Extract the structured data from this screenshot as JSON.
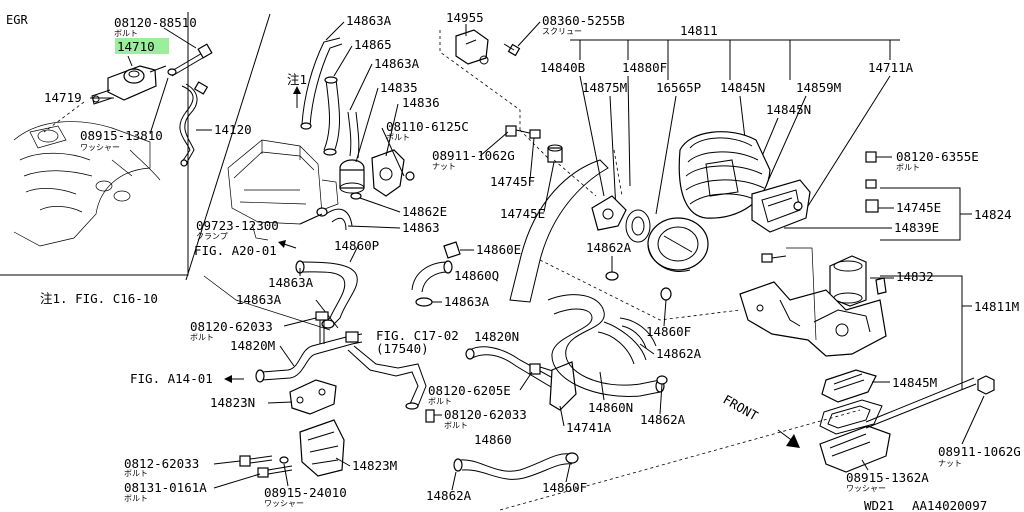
{
  "header": {
    "section": "EGR",
    "footer_left": "WD21",
    "footer_right": "AA14020097"
  },
  "note": {
    "marker": "注1",
    "text": "注1. FIG. C16-10"
  },
  "front_label": "FRONT",
  "labels": {
    "p08120_88510": "08120-88510",
    "j_bolt1": "ボルト",
    "p14710": "14710",
    "p14719": "14719",
    "p08915_13810": "08915-13810",
    "j_washer1": "ワッシャー",
    "p14120": "14120",
    "p14863A_1": "14863A",
    "p14865": "14865",
    "p14863A_2": "14863A",
    "p14835": "14835",
    "p14836": "14836",
    "p08110_6125C": "08110-6125C",
    "j_bolt2": "ボルト",
    "p08911_1062G": "08911-1062G",
    "j_nut1": "ナット",
    "p14862E": "14862E",
    "p14863": "14863",
    "p09723_12300": "09723-12300",
    "j_clamp": "クランプ",
    "fig_a20": "FIG. A20-01",
    "p14863A_3": "14863A",
    "p14860P": "14860P",
    "p14863A_4": "14863A",
    "p14955": "14955",
    "p08360_5255B": "08360-5255B",
    "j_screw": "スクリュー",
    "p14811": "14811",
    "p14840B": "14840B",
    "p14880F": "14880F",
    "p14875M": "14875M",
    "p16565P": "16565P",
    "p14845N_1": "14845N",
    "p14859M": "14859M",
    "p14711A": "14711A",
    "p14845N_2": "14845N",
    "p14745F": "14745F",
    "p14745E_1": "14745E",
    "p14860E": "14860E",
    "p14860Q": "14860Q",
    "p14863A_5": "14863A",
    "p14862A_1": "14862A",
    "p14860F_1": "14860F",
    "p14820N": "14820N",
    "p14862A_2": "14862A",
    "p08120_6355E": "08120-6355E",
    "j_bolt3": "ボルト",
    "p14745E_2": "14745E",
    "p14824": "14824",
    "p14839E": "14839E",
    "p14832": "14832",
    "p14811M": "14811M",
    "p08120_62033_1": "08120-62033",
    "j_bolt4": "ボルト",
    "p14820M": "14820M",
    "fig_a14": "FIG. A14-01",
    "fig_c17": "FIG. C17-02",
    "p17540": "(17540)",
    "p08120_6205E": "08120-6205E",
    "j_bolt5": "ボルト",
    "p14823N": "14823N",
    "p08120_62033_2": "08120-62033",
    "j_bolt6": "ボルト",
    "p14741A": "14741A",
    "p14860N": "14860N",
    "p14862A_3": "14862A",
    "p14845M": "14845M",
    "p14860": "14860",
    "p0812_62033": "0812-62033",
    "j_bolt7": "ボルト",
    "p14823M": "14823M",
    "p08131_0161A": "08131-0161A",
    "j_bolt8": "ボルト",
    "p08915_24010": "08915-24010",
    "j_washer2": "ワッシャー",
    "p14862A_4": "14862A",
    "p14860F_2": "14860F",
    "p08911_1062G_2": "08911-1062G",
    "j_nut2": "ナット",
    "p08915_1362A": "08915-1362A",
    "j_washer3": "ワッシャー"
  },
  "colors": {
    "highlight": "#9af09a",
    "ink": "#000000",
    "paper": "#ffffff"
  }
}
